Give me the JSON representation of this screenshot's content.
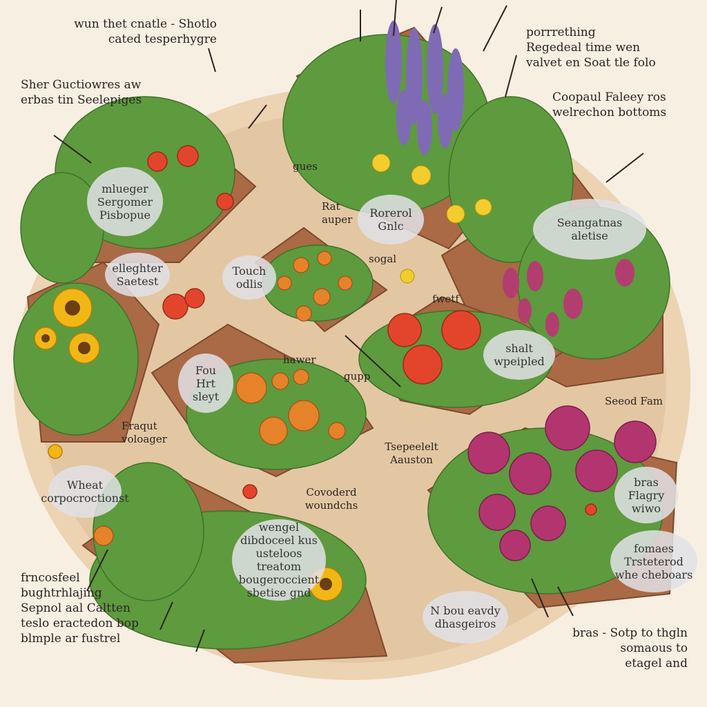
{
  "colors": {
    "background": "#f7efe2",
    "soil": "#a96a45",
    "path": "#e3c7a3",
    "leaf": "#5e9a3e",
    "tomato": "#e2452b",
    "sunflower": "#f1b716",
    "marigold": "#e5822a",
    "lavender": "#7f6ab6",
    "zinnia": "#b2356f",
    "bubble": "#e1e1e6"
  },
  "labels": {
    "top_left": "wun thet cnatle - Shotlo\ncated tesperhygre",
    "left_top": "Sher Guctiowres aw\nerbas tin Seelepiges",
    "top_right": "porrrething\nRegedeal time wen\nvalvet en Soat tle folo",
    "right_top": "Coopaul Faleey ros\nwelrechon bottoms",
    "center_top": "gues",
    "center_mid": "sogal",
    "center_tomato": "fwetf",
    "center_sun": "hawer",
    "center_path": "gupp",
    "right_mid": "Seeod Fam",
    "center_lower": "Tsepeelelt\nAauston",
    "center_bottom": "Covoderd\nwoundchs",
    "left_mid": "Fraqut\nvoloager",
    "bottom_left": "frncosfeel\nbughtrhlajing\nSepnol aal Caltten\nteslo eractedon bop\nblmple ar fustrel",
    "bottom_right": "bras - Sotp to thgln\nsomaous to\netagel and"
  },
  "bubbles": {
    "herb_left": "mlueger\nSergomer\nPisbopue",
    "bed_left": "elleghter\nSaetest",
    "touch": "Touch\nodlis",
    "herbs_center": "Rorerol\nGnlc",
    "sun_label": "Fou\nHrt\nsleyt",
    "sunflower": "Seangatnas\naletise",
    "tomato_right": "shalt\nwpeipled",
    "wheat": "Wheat\ncorpocroctionst",
    "bottom_center": "wengel\ndibdoceel kus\nusteloos treatom\nbougeroccient\nsbetise gnd",
    "zinnia_right": "bras\nFlagry\nwiwo",
    "right_low": "fomaes\nTrsteterod\nwhe cheboars",
    "bottom_mid": "N bou eavdy\ndhasgeiros"
  },
  "small_labels": {
    "rat": "Rat\nauper"
  }
}
